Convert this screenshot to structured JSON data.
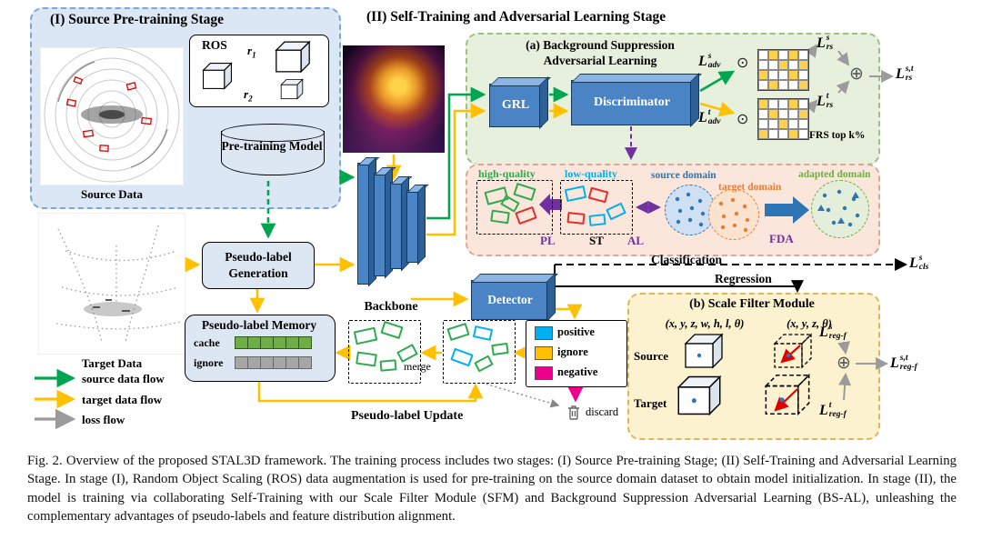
{
  "stage1": {
    "title": "(I) Source Pre-training Stage",
    "ros_label": "ROS",
    "r1": {
      "base": "r",
      "sub": "1"
    },
    "r2": {
      "base": "r",
      "sub": "2"
    },
    "pretrain_model": "Pre-training Model",
    "source_data_label": "Source Data",
    "target_data_label": "Target Data"
  },
  "legend": {
    "items": [
      {
        "label": "source data flow",
        "color": "#00a64f"
      },
      {
        "label": "target data flow",
        "color": "#ffc000"
      },
      {
        "label": "loss flow",
        "color": "#9b9b9b"
      }
    ]
  },
  "pseudo": {
    "generation_line1": "Pseudo-label",
    "generation_line2": "Generation",
    "memory_title": "Pseudo-label Memory",
    "cache_label": "cache",
    "ignore_label": "ignore",
    "update_title": "Pseudo-label Update",
    "merge_label": "merge",
    "legend": {
      "positive": "positive",
      "ignore": "ignore",
      "negative": "negative"
    },
    "discard_label": "discard"
  },
  "backbone_label": "Backbone",
  "detector_label": "Detector",
  "stage2": {
    "title": "(II) Self-Training and Adversarial Learning Stage",
    "bsal": {
      "title_line1": "(a) Background Suppression",
      "title_line2": "Adversarial Learning",
      "grl": "GRL",
      "discriminator": "Discriminator",
      "frs": "FRS top k%"
    },
    "st": {
      "high_quality": "high-quality",
      "low_quality": "low-quality",
      "pl": "PL",
      "st": "ST",
      "al": "AL",
      "fda": "FDA",
      "source_domain": "source domain",
      "target_domain": "target domain",
      "adapted_domain": "adapted domain"
    },
    "sfm": {
      "title": "(b) Scale Filter Module",
      "params_full": "(x, y, z, w, h, l, θ)",
      "params_reduced": "(x, y, z, θ)",
      "source_label": "Source",
      "target_label": "Target"
    }
  },
  "flows": {
    "classification": "Classification",
    "regression": "Regression"
  },
  "losses": {
    "adv_s": {
      "base": "L",
      "sub": "adv",
      "sup": "s"
    },
    "adv_t": {
      "base": "L",
      "sub": "adv",
      "sup": "t"
    },
    "rs_s": {
      "base": "L",
      "sub": "rs",
      "sup": "s"
    },
    "rs_t": {
      "base": "L",
      "sub": "rs",
      "sup": "t"
    },
    "rs_st": {
      "base": "L",
      "sub": "rs",
      "sup": "s,t"
    },
    "cls_s": {
      "base": "L",
      "sub": "cls",
      "sup": "s"
    },
    "reg_s": {
      "base": "L",
      "sub": "reg-f",
      "sup": "s"
    },
    "reg_t": {
      "base": "L",
      "sub": "reg-f",
      "sup": "t"
    },
    "reg_st": {
      "base": "L",
      "sub": "reg-f",
      "sup": "s,t"
    }
  },
  "icons": {
    "multiply": "⊙",
    "sum": "⊕"
  },
  "grids": {
    "s": [
      "01010",
      "00101",
      "10010",
      "01001"
    ],
    "t": [
      "10010",
      "01001",
      "00100",
      "10010"
    ]
  },
  "caption": "Fig. 2. Overview of the proposed STAL3D framework. The training process includes two stages: (I) Source Pre-training Stage; (II) Self-Training and Adversarial Learning Stage. In stage (I), Random Object Scaling (ROS) data augmentation is used for pre-training on the source domain dataset to obtain model initialization. In stage (II), the model is training via collaborating Self-Training with our Scale Filter Module (SFM) and Background Suppression Adversarial Learning (BS-AL), unleashing the complementary advantages of pseudo-labels and feature distribution alignment."
}
